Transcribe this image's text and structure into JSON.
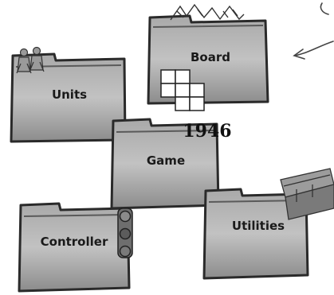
{
  "folders": {
    "board": {
      "label": "Board"
    },
    "units": {
      "label": "Units"
    },
    "game": {
      "label": "Game"
    },
    "utilities": {
      "label": "Utilities"
    },
    "controller": {
      "label": "Controller"
    }
  },
  "year_label": "1946",
  "colors": {
    "folder_fill": "#8f8f8f",
    "folder_shade": "#b8b8b8",
    "folder_edge": "#2a2a2a",
    "ink": "#111111"
  }
}
